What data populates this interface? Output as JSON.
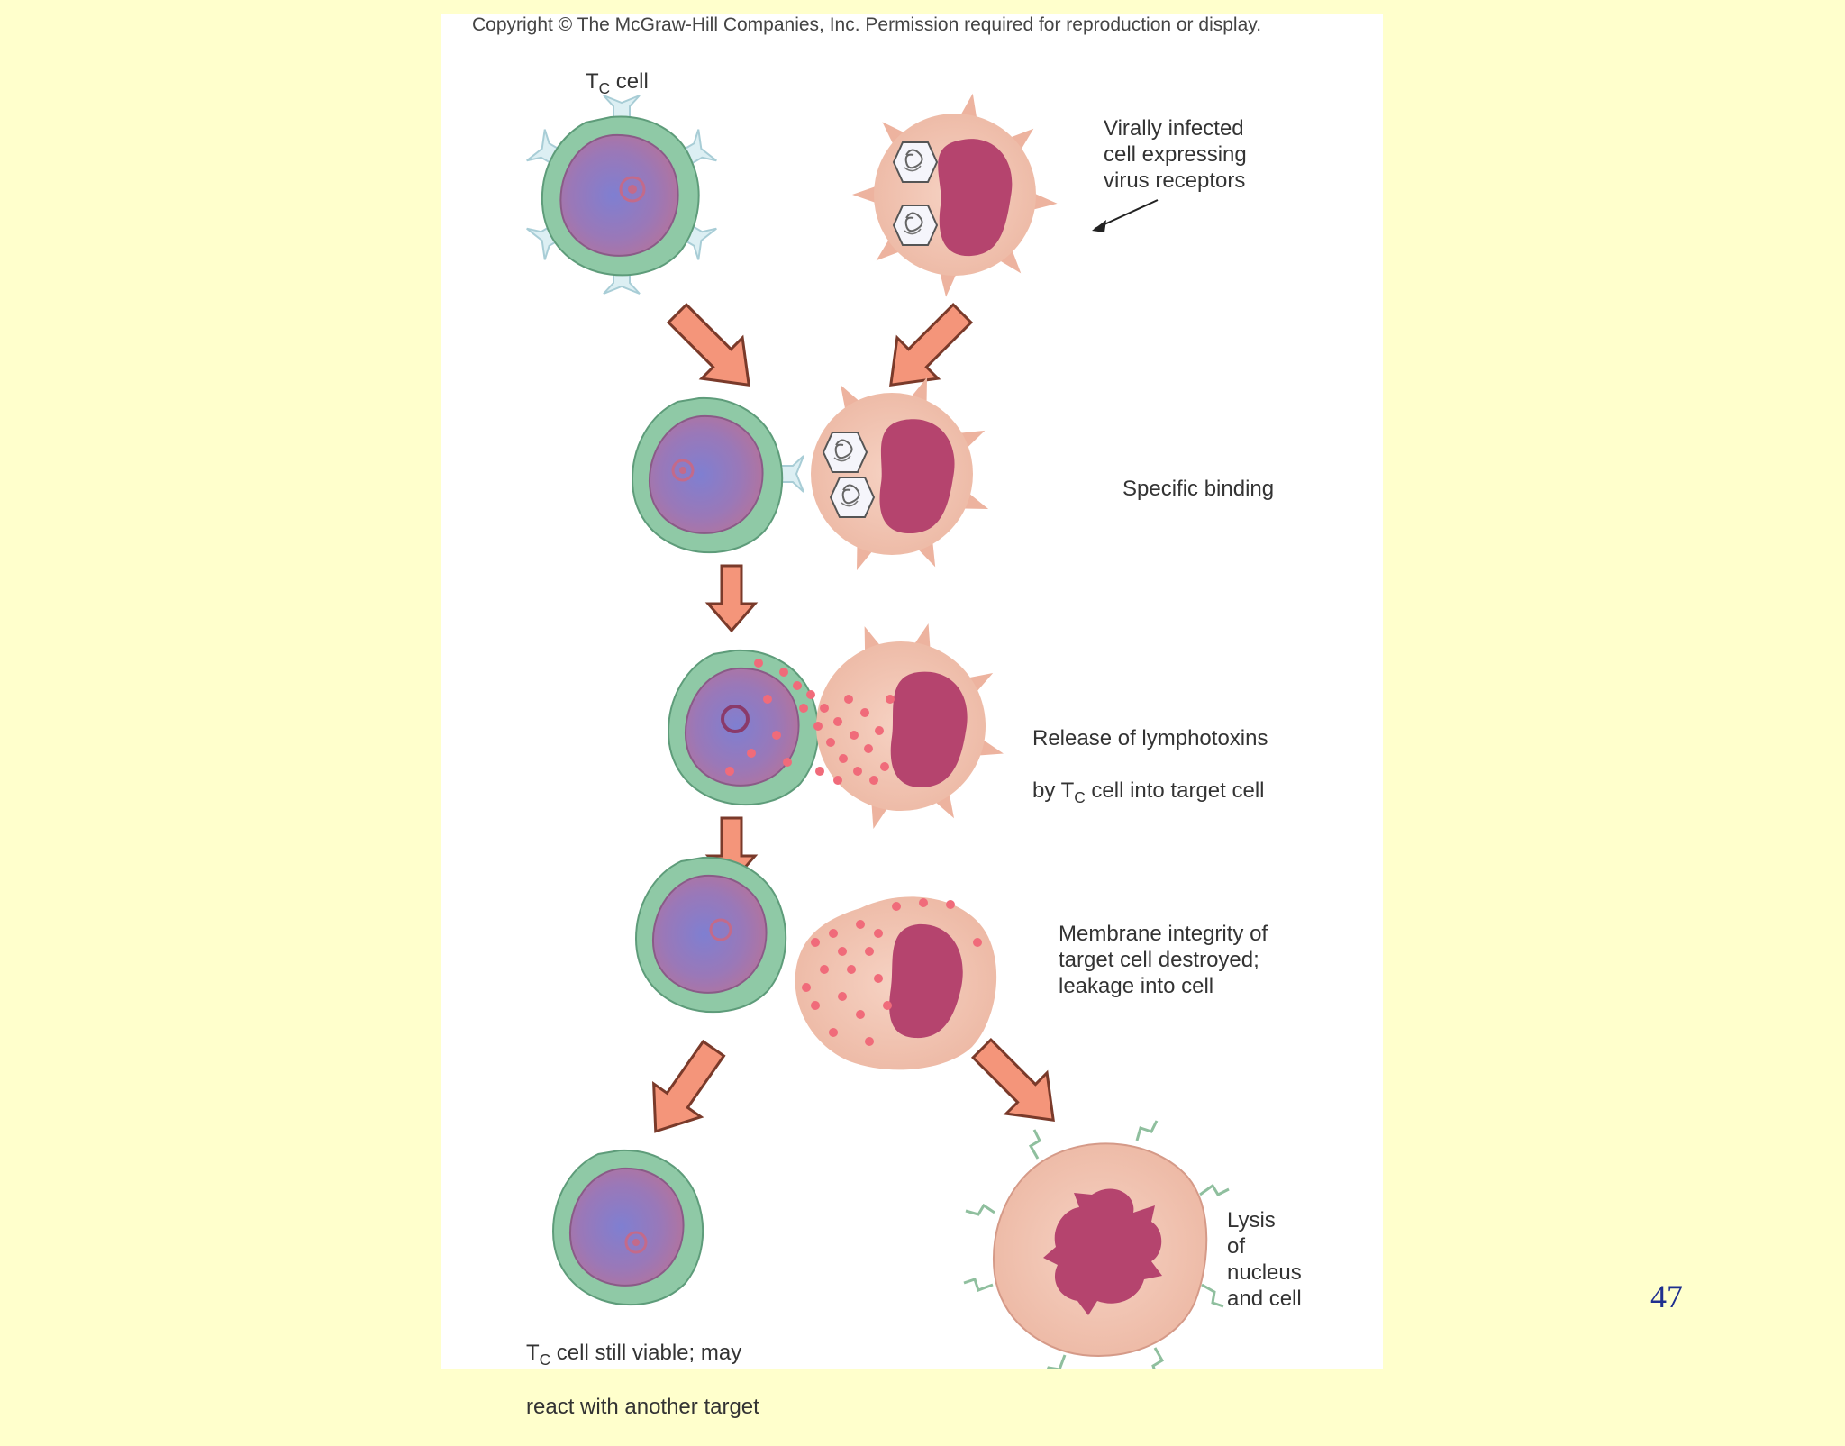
{
  "figure": {
    "copyright": "Copyright © The McGraw-Hill Companies, Inc. Permission required for reproduction or display.",
    "labels": {
      "tc_cell": {
        "prefix": "T",
        "sub": "C",
        "suffix": " cell"
      },
      "infected_cell": "Virally infected\ncell expressing\nvirus receptors",
      "specific_binding": "Specific binding",
      "release_line1": "Release of lymphotoxins",
      "release_line2": {
        "prefix": "by T",
        "sub": "C",
        "suffix": " cell into target cell"
      },
      "membrane": "Membrane integrity of\ntarget cell destroyed;\nleakage into cell",
      "lysis": "Lysis\nof\nnucleus\nand cell",
      "viable_line1": {
        "prefix": "T",
        "sub": "C",
        "suffix": " cell still viable; may"
      },
      "viable_line2": "react with another target"
    },
    "colors": {
      "tc_membrane": "#8fc9a6",
      "tc_cytoplasm": "#b890ad",
      "tc_nucleus": "#7d6fb8",
      "target_body": "#f0c4b2",
      "target_nucleus": "#b5446e",
      "arrow_fill": "#f4957a",
      "arrow_stroke": "#7a3a2a",
      "lymphotoxin": "#f06b7a",
      "receptor": "#dceff3"
    }
  },
  "slide_number": "47"
}
